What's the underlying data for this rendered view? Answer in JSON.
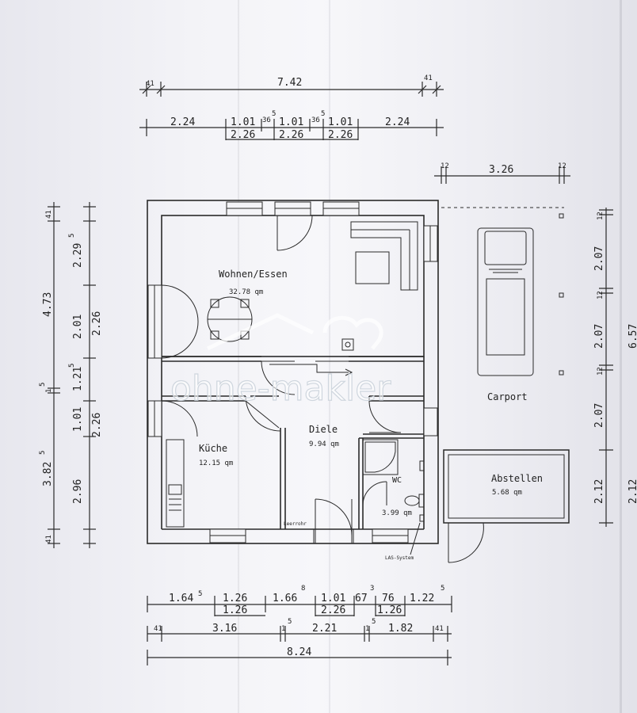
{
  "top_dims": {
    "overall": {
      "left": "41",
      "center": "7.42",
      "right": "41"
    },
    "row1": [
      "2.24",
      "1.01",
      "36",
      "1.01",
      "36",
      "1.01",
      "2.24"
    ],
    "row1_sup": [
      "5",
      "5"
    ],
    "row2": [
      "2.26",
      "2.26",
      "2.26"
    ]
  },
  "carport_dims": {
    "left": "12",
    "center": "3.26",
    "right": "12"
  },
  "left_dims": {
    "outer": [
      "41",
      "4.73",
      "1",
      "3.82"
    ],
    "outer_sup": [
      "5",
      "5"
    ],
    "inner_a": [
      "2.29",
      "2.01",
      "1.21",
      "1.01",
      "2.96",
      "41"
    ],
    "inner_a_sup": [
      "5",
      "5"
    ],
    "inner_b": [
      "2.26",
      "2.26"
    ]
  },
  "right_dims": {
    "segments": [
      "12",
      "2.07",
      "12",
      "2.07",
      "12",
      "2.07",
      "2.12"
    ],
    "outer": [
      "6.57",
      "2.12"
    ]
  },
  "rooms": {
    "wohnen": {
      "name": "Wohnen/Essen",
      "area": "32.78 qm"
    },
    "kueche": {
      "name": "Küche",
      "area": "12.15 qm"
    },
    "diele": {
      "name": "Diele",
      "area": "9.94 qm"
    },
    "wc": {
      "name": "WC",
      "area": "3.99 qm"
    },
    "carport": {
      "name": "Carport"
    },
    "abstellen": {
      "name": "Abstellen",
      "area": "5.68 qm"
    }
  },
  "labels": {
    "leerrohr": "Leerrohr",
    "las": "LAS-System"
  },
  "bottom_dims": {
    "row1": [
      "1.64",
      "1.26",
      "1.66",
      "1.01",
      "67",
      "76",
      "1.22"
    ],
    "row1_sup": [
      "5",
      "8",
      "3",
      "5"
    ],
    "row1_sub": [
      "1.26",
      "2.26",
      "1.26"
    ],
    "row2": [
      "41",
      "3.16",
      "1",
      "2.21",
      "1",
      "1.82",
      "41"
    ],
    "row2_sup": [
      "5",
      "5"
    ],
    "overall": "8.24"
  },
  "watermark": "ohne-makler",
  "colors": {
    "line": "#2a2a2a",
    "paper": "#f4f4f7",
    "watermark_stroke": "#cfd6de"
  }
}
